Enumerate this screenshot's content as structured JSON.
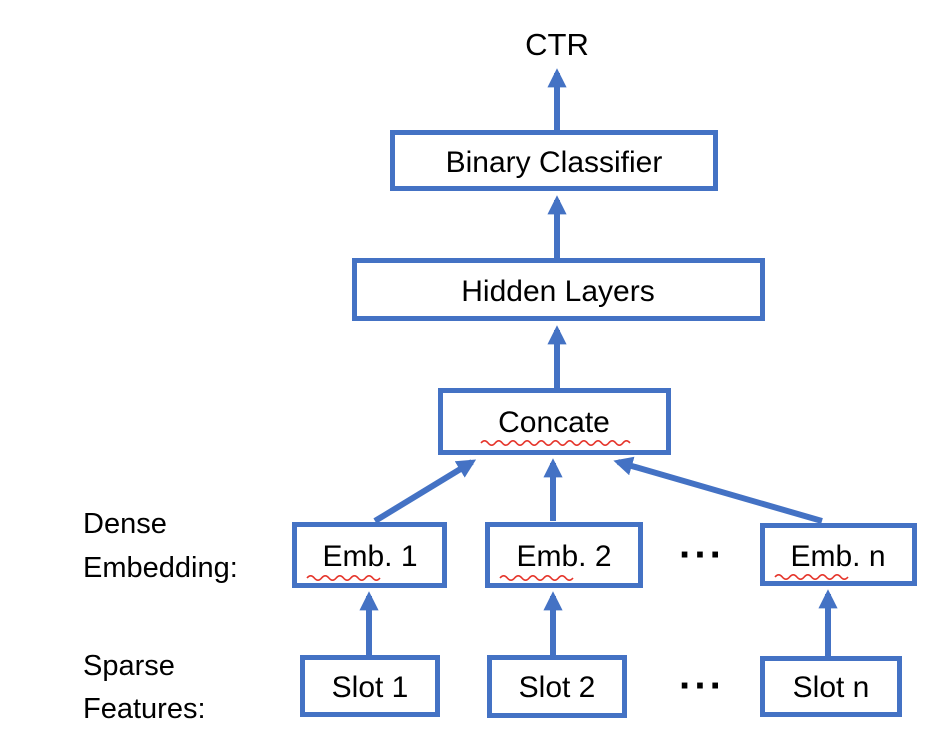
{
  "diagram": {
    "output_label": "CTR",
    "nodes": {
      "binary_classifier": "Binary Classifier",
      "hidden_layers": "Hidden Layers",
      "concate": "Concate",
      "emb_1": "Emb. 1",
      "emb_2": "Emb. 2",
      "emb_n": "Emb. n",
      "slot_1": "Slot 1",
      "slot_2": "Slot 2",
      "slot_n": "Slot n"
    },
    "row_labels": {
      "dense_line_1": "Dense",
      "dense_line_2": "Embedding:",
      "sparse_line_1": "Sparse",
      "sparse_line_2": "Features:"
    },
    "ellipsis_embedding": "···",
    "ellipsis_slots": "···",
    "colors": {
      "accent_blue": "#4472C4",
      "text_black": "#000000",
      "spellcheck_red": "#E5352B",
      "background": "#FFFFFF"
    }
  }
}
